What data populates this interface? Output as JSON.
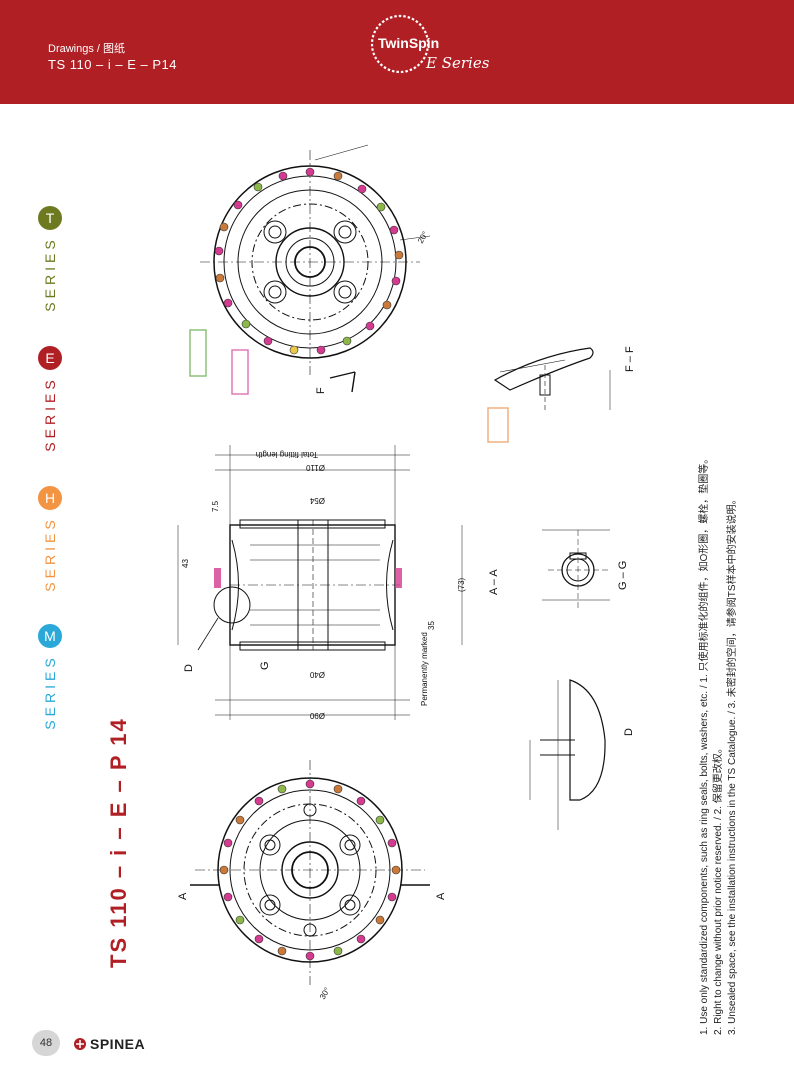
{
  "header": {
    "section": "Drawings / 图纸",
    "code": "TS 110 – i – E – P14",
    "logo_top": "TwinSpin",
    "logo_script": "E Series",
    "bg_color": "#b01f24"
  },
  "series_nav": [
    {
      "letter": "T",
      "word": "SERIES",
      "color": "#6d7a1f"
    },
    {
      "letter": "E",
      "word": "SERIES",
      "color": "#b01f24"
    },
    {
      "letter": "H",
      "word": "SERIES",
      "color": "#f29442"
    },
    {
      "letter": "M",
      "word": "SERIES",
      "color": "#2aa9d8"
    }
  ],
  "title": "TS 110 – i – E – P 14",
  "notes": [
    "1. Use only standardized components, such as ring seals, bolts, washers, etc. / 1. 只使用标准化的组件，如O形圈，螺栓，垫圈等。",
    "2. Right to change without prior notice reserved. / 2. 保留更改权。",
    "3. Unsealed space, see the installation instructions in the TS Catalogue. / 3. 未密封的空间，请参阅TS样本中的安装说明。"
  ],
  "section_labels": {
    "aa": "A – A",
    "ff": "F – F",
    "gg": "G – G",
    "d": "D",
    "a_marker": "A",
    "f_marker": "F",
    "g_marker": "G",
    "d_marker": "D"
  },
  "dimensions": {
    "d1": "Ø110",
    "d2": "Ø90",
    "d3": "Ø54",
    "d4": "Ø40",
    "len1": "43",
    "len2": "(73)",
    "len3": "35",
    "len4": "7.5",
    "ang1": "30°",
    "ang2": "20°",
    "pm": "Permanently marked",
    "total_len": "Total fitting length"
  },
  "page": {
    "number": "48",
    "brand": "SPINEA"
  }
}
